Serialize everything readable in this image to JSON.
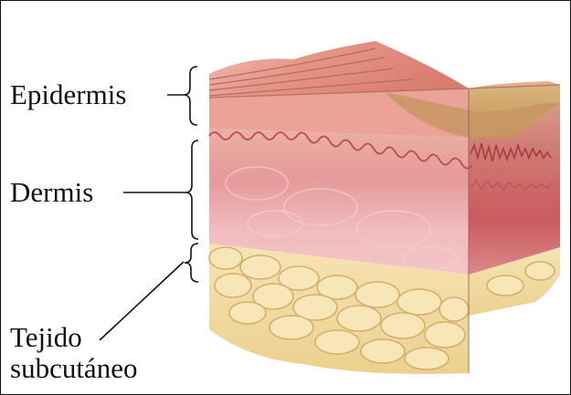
{
  "labels": {
    "epidermis": "Epidermis",
    "dermis": "Dermis",
    "subcutaneous_line1": "Tejido",
    "subcutaneous_line2": "subcutáneo"
  },
  "colors": {
    "epidermis_top": "#e79a8e",
    "epidermis_side": "#c9905c",
    "dermis": "#e8a4a4",
    "dermis_dark": "#c95a5e",
    "fat": "#f2dca6",
    "fat_edge": "#d9b872"
  }
}
